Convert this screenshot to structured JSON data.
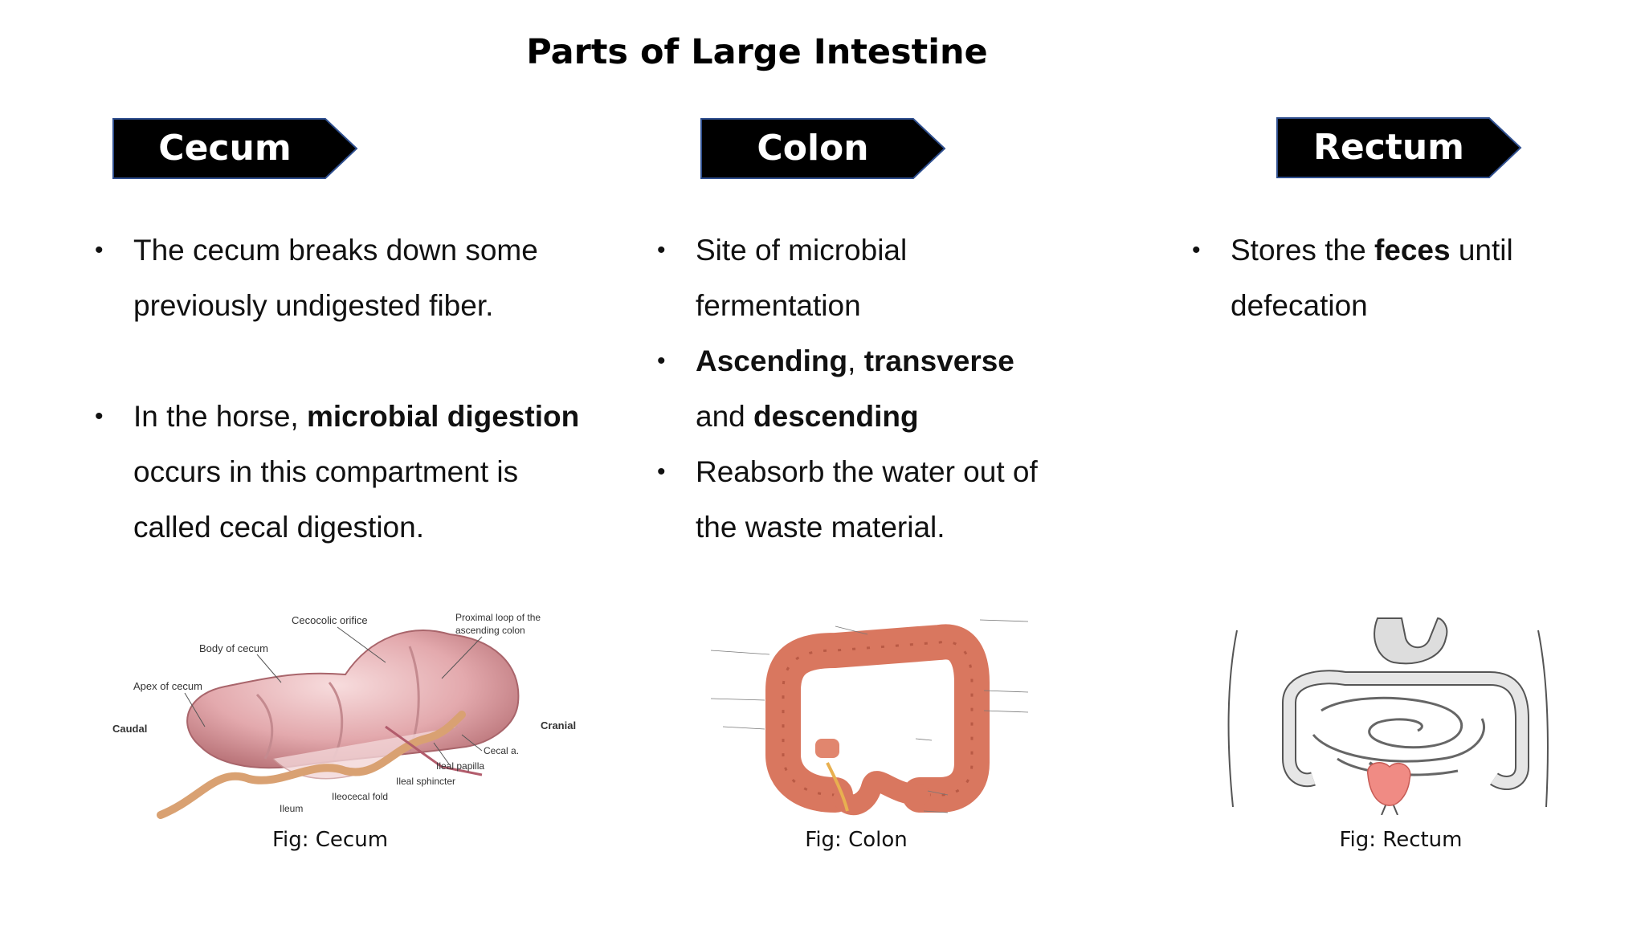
{
  "title": "Parts of Large Intestine",
  "sections": {
    "cecum": {
      "heading": "Cecum",
      "bullet1": "The cecum breaks down some previously undigested fiber.",
      "bullet2_pre": "In the horse, ",
      "bullet2_bold": "microbial digestion",
      "bullet2_post": " occurs in this compartment is called cecal digestion.",
      "caption": "Fig: Cecum",
      "figure_labels": {
        "cecocolic": "Cecocolic orifice",
        "proximal1": "Proximal loop of the",
        "proximal2": "ascending colon",
        "body": "Body of cecum",
        "apex": "Apex of cecum",
        "caudal": "Caudal",
        "cranial": "Cranial",
        "cecal_a": "Cecal a.",
        "ileal_papilla": "Ileal papilla",
        "ileal_sphincter": "Ileal sphincter",
        "ileocecal_fold": "Ileocecal fold",
        "ileum": "Ileum"
      }
    },
    "colon": {
      "heading": "Colon",
      "bullet1": "Site of microbial fermentation",
      "bullet2_b1": "Ascending",
      "bullet2_sep": ", ",
      "bullet2_b2": "transverse",
      "bullet2_and": " and ",
      "bullet2_b3": "descending",
      "bullet3": "Reabsorb the water out of the waste material.",
      "caption": "Fig: Colon"
    },
    "rectum": {
      "heading": "Rectum",
      "bullet1_pre": "Stores the ",
      "bullet1_bold": "feces",
      "bullet1_post": " until defecation",
      "caption": "Fig: Rectum"
    }
  },
  "colors": {
    "badge_fill": "#000000",
    "badge_border": "#2f4f8f",
    "tissue": "#e3a9ad",
    "colon": "#d9775f",
    "rectum": "#f08b84"
  }
}
